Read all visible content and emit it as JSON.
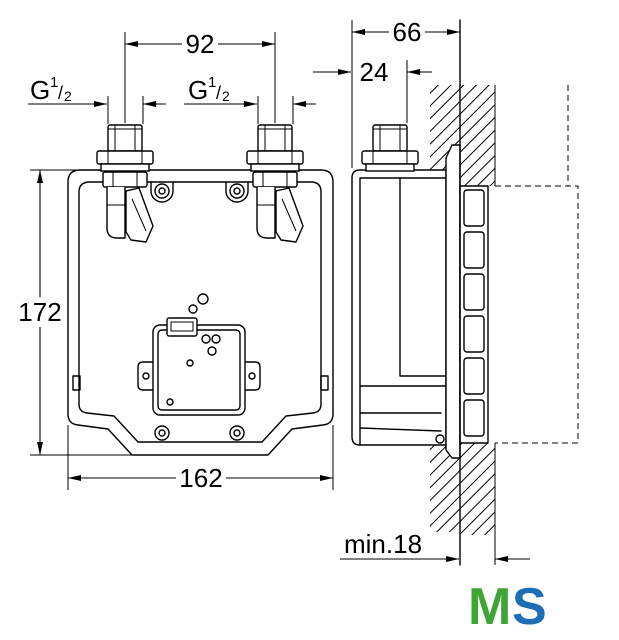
{
  "dimensions": {
    "inlet_spacing": "92",
    "overall_depth": "66",
    "inlet_offset": "24",
    "overall_height": "172",
    "overall_width": "162",
    "min_depth": "min.18",
    "thread_left": {
      "letter": "G",
      "numerator": "1",
      "slash": "/",
      "denominator": "2"
    },
    "thread_right": {
      "letter": "G",
      "numerator": "1",
      "slash": "/",
      "denominator": "2"
    }
  },
  "logo": {
    "m": "M",
    "s": "S"
  },
  "colors": {
    "line": "#000000",
    "background": "#ffffff",
    "logo_m": "#3fa535",
    "logo_s": "#1c6fb5"
  }
}
